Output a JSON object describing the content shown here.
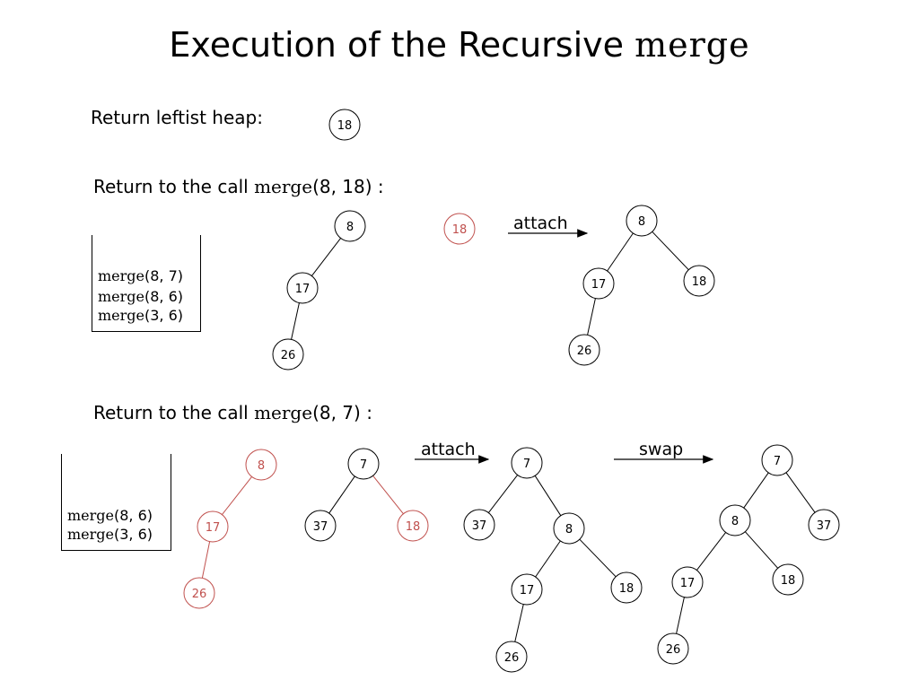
{
  "title": {
    "prefix": "Execution of the Recursive ",
    "code": "merge"
  },
  "section1": {
    "label": "Return leftist heap:",
    "node": "18"
  },
  "section2": {
    "label_prefix": "Return to the call ",
    "label_code": "merge",
    "label_args": "(8, 18) :",
    "stack": [
      {
        "code": "merge",
        "args": "(8, 7)"
      },
      {
        "code": "merge",
        "args": "(8, 6)"
      },
      {
        "code": "merge",
        "args": "(3, 6)"
      }
    ],
    "op": "attach"
  },
  "section3": {
    "label_prefix": "Return to the call ",
    "label_code": "merge",
    "label_args": "(8, 7) :",
    "stack": [
      {
        "code": "merge",
        "args": "(8, 6)"
      },
      {
        "code": "merge",
        "args": "(3, 6)"
      }
    ],
    "op1": "attach",
    "op2": "swap"
  },
  "colors": {
    "highlight": "#c0504d",
    "normal": "#000000"
  },
  "trees": [
    {
      "id": "s1-result",
      "nodes": [
        {
          "label": "18"
        }
      ],
      "edges": []
    },
    {
      "id": "s2-left",
      "nodes": [
        {
          "label": "8"
        },
        {
          "label": "17"
        },
        {
          "label": "26"
        }
      ],
      "edges": [
        [
          0,
          1
        ],
        [
          1,
          2
        ]
      ]
    },
    {
      "id": "s2-single-red",
      "highlight": true,
      "nodes": [
        {
          "label": "18"
        }
      ],
      "edges": []
    },
    {
      "id": "s2-result",
      "nodes": [
        {
          "label": "8"
        },
        {
          "label": "17"
        },
        {
          "label": "18"
        },
        {
          "label": "26"
        }
      ],
      "edges": [
        [
          0,
          1
        ],
        [
          0,
          2
        ],
        [
          1,
          3
        ]
      ]
    },
    {
      "id": "s3-red",
      "highlight": true,
      "nodes": [
        {
          "label": "8"
        },
        {
          "label": "17"
        },
        {
          "label": "26"
        }
      ],
      "edges": [
        [
          0,
          1
        ],
        [
          1,
          2
        ]
      ]
    },
    {
      "id": "s3-mid",
      "nodes": [
        {
          "label": "7"
        },
        {
          "label": "37"
        },
        {
          "label": "18",
          "highlight": true
        }
      ],
      "edges": [
        [
          0,
          1
        ],
        [
          0,
          2,
          "highlight"
        ]
      ]
    },
    {
      "id": "s3-attached",
      "nodes": [
        {
          "label": "7"
        },
        {
          "label": "37"
        },
        {
          "label": "8"
        },
        {
          "label": "17"
        },
        {
          "label": "18"
        },
        {
          "label": "26"
        }
      ],
      "edges": [
        [
          0,
          1
        ],
        [
          0,
          2
        ],
        [
          2,
          3
        ],
        [
          2,
          4
        ],
        [
          3,
          5
        ]
      ]
    },
    {
      "id": "s3-swapped",
      "nodes": [
        {
          "label": "7"
        },
        {
          "label": "8"
        },
        {
          "label": "37"
        },
        {
          "label": "17"
        },
        {
          "label": "18"
        },
        {
          "label": "26"
        }
      ],
      "edges": [
        [
          0,
          1
        ],
        [
          0,
          2
        ],
        [
          1,
          3
        ],
        [
          1,
          4
        ],
        [
          3,
          5
        ]
      ]
    }
  ]
}
